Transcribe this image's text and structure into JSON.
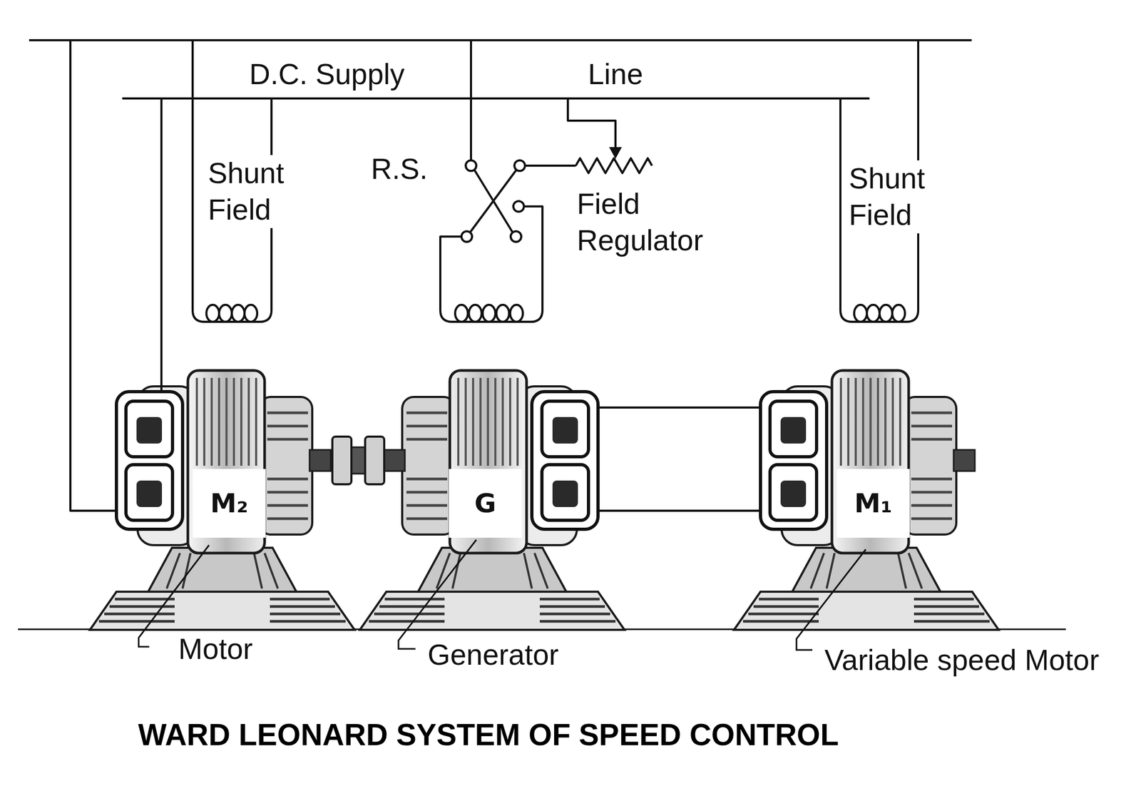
{
  "diagram": {
    "title": "WARD LEONARD SYSTEM OF SPEED CONTROL",
    "nodes": [
      {
        "text": [
          "M₂"
        ]
      },
      {
        "text": [
          "G"
        ]
      },
      {
        "text": [
          "M₁"
        ]
      }
    ],
    "edges": [
      {
        "from": 1,
        "to": 2,
        "arrow": "none"
      },
      {
        "from": 1,
        "to": 2,
        "arrow": "none"
      }
    ],
    "labels": [
      "D.C. Supply",
      "Line",
      "Shunt Field",
      "R.S.",
      "Field Regulator",
      "Shunt Field",
      "Motor",
      "Generator",
      "Variable speed Motor"
    ]
  }
}
